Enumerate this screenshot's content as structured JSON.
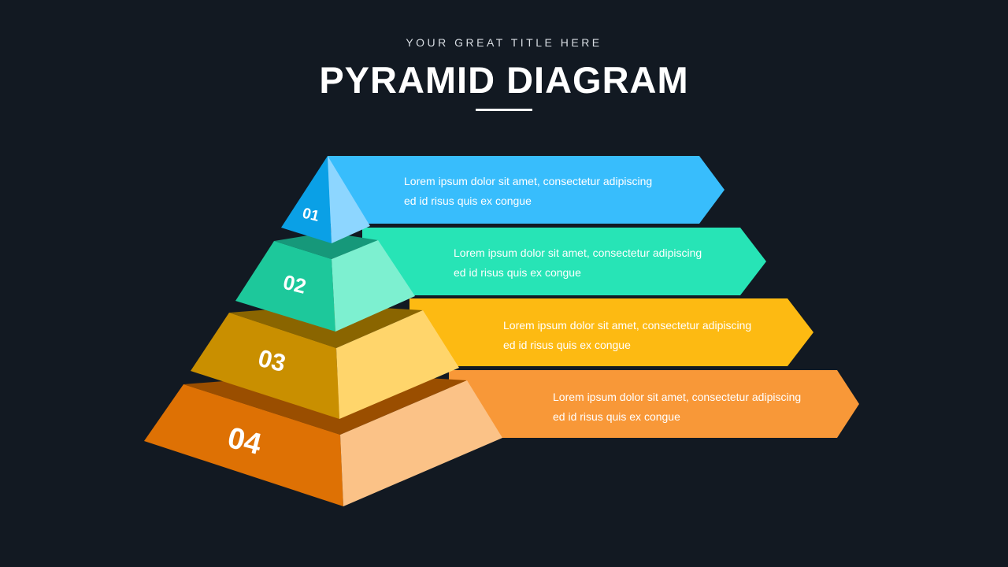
{
  "header": {
    "subtitle": "YOUR GREAT TITLE HERE",
    "title": "PYRAMID DIAGRAM"
  },
  "levels": [
    {
      "number": "01",
      "line1": "Lorem ipsum dolor sit amet, consectetur adipiscing",
      "line2": "ed id risus quis ex congue",
      "banner_color": "#38bdfc"
    },
    {
      "number": "02",
      "line1": "Lorem ipsum dolor sit amet, consectetur adipiscing",
      "line2": "ed id risus quis ex congue",
      "banner_color": "#27e4b6"
    },
    {
      "number": "03",
      "line1": "Lorem ipsum dolor sit amet, consectetur adipiscing",
      "line2": "ed id risus quis ex congue",
      "banner_color": "#fdba12"
    },
    {
      "number": "04",
      "line1": "Lorem ipsum dolor sit amet, consectetur adipiscing",
      "line2": "ed id risus quis ex congue",
      "banner_color": "#f89838"
    }
  ]
}
